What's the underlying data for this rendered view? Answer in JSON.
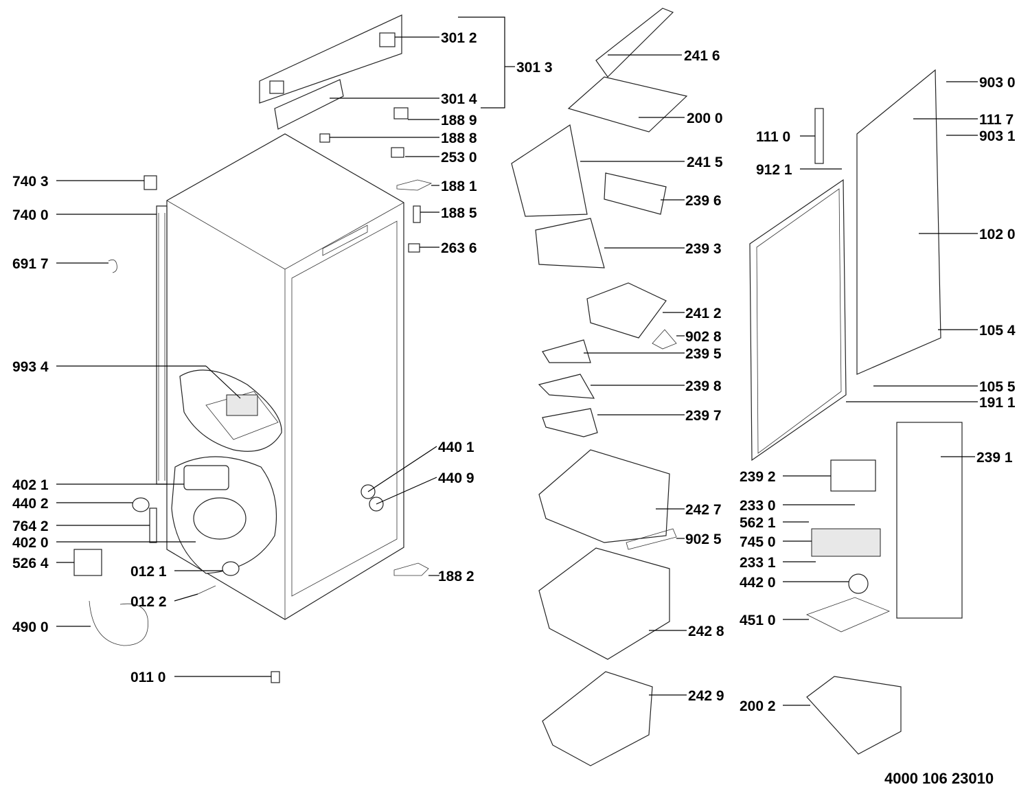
{
  "document_number": "4000 106 23010",
  "labels": [
    "301 2",
    "301 3",
    "301 4",
    "188 9",
    "188 8",
    "253 0",
    "188 1",
    "188 5",
    "263 6",
    "740 3",
    "740 0",
    "691 7",
    "993 4",
    "402 1",
    "440 2",
    "764 2",
    "402 0",
    "526 4",
    "012 1",
    "012 2",
    "490 0",
    "011 0",
    "440 1",
    "440 9",
    "188 2",
    "241 6",
    "200 0",
    "241 5",
    "239 6",
    "239 3",
    "241 2",
    "902 8",
    "239 5",
    "239 8",
    "239 7",
    "242 7",
    "902 5",
    "242 8",
    "242 9",
    "903 0",
    "111 7",
    "903 1",
    "111 0",
    "912 1",
    "102 0",
    "105 4",
    "105 5",
    "191 1",
    "239 1",
    "239 2",
    "233 0",
    "562 1",
    "745 0",
    "233 1",
    "442 0",
    "451 0",
    "200 2"
  ]
}
